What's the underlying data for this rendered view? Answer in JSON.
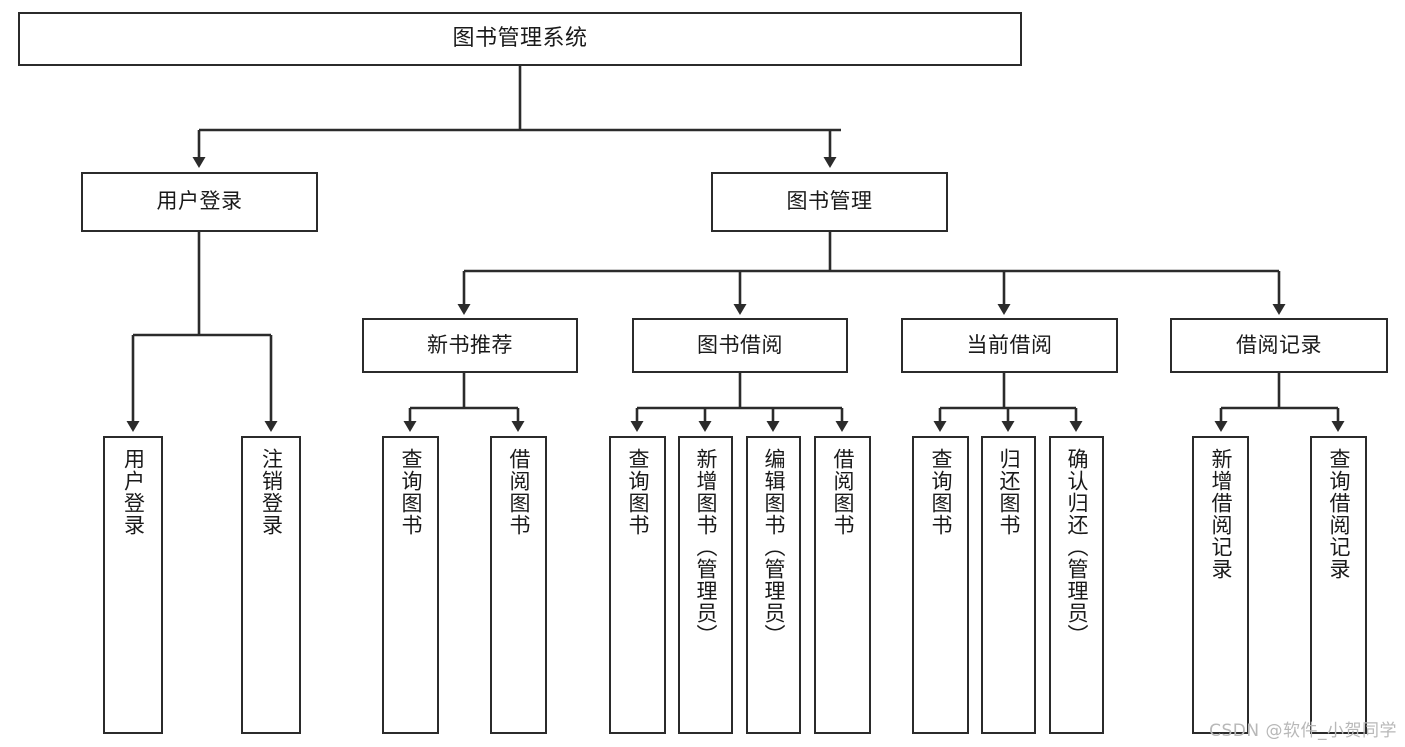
{
  "diagram": {
    "title": "图书管理系统",
    "type": "hierarchy-tree",
    "orientation": "top-down",
    "colors": {
      "background": "#ffffff",
      "node_fill": "#ffffff",
      "node_stroke": "#2b2b2b",
      "edge_stroke": "#2b2b2b",
      "text": "#1a1a1a",
      "watermark": "#b8b8b8"
    },
    "watermark": "CSDN @软件_小贺同学",
    "nodes": {
      "root": {
        "label": "图书管理系统"
      },
      "level2": [
        {
          "id": "user-login",
          "label": "用户登录"
        },
        {
          "id": "book-manage",
          "label": "图书管理"
        }
      ],
      "level3": [
        {
          "id": "new-book-recommend",
          "label": "新书推荐"
        },
        {
          "id": "book-borrow",
          "label": "图书借阅"
        },
        {
          "id": "current-borrow",
          "label": "当前借阅"
        },
        {
          "id": "borrow-record",
          "label": "借阅记录"
        }
      ],
      "leaves": {
        "user_login": [
          {
            "id": "leaf-user-login",
            "label": "用户登录"
          },
          {
            "id": "leaf-user-logout",
            "label": "注销登录"
          }
        ],
        "new_book_recommend": [
          {
            "id": "leaf-query-book-1",
            "label": "查询图书"
          },
          {
            "id": "leaf-borrow-book-1",
            "label": "借阅图书"
          }
        ],
        "book_borrow": [
          {
            "id": "leaf-query-book-2",
            "label": "查询图书"
          },
          {
            "id": "leaf-add-book",
            "label": "新增图书（管理员）"
          },
          {
            "id": "leaf-edit-book",
            "label": "编辑图书（管理员）"
          },
          {
            "id": "leaf-borrow-book-2",
            "label": "借阅图书"
          }
        ],
        "current_borrow": [
          {
            "id": "leaf-query-book-3",
            "label": "查询图书"
          },
          {
            "id": "leaf-return-book",
            "label": "归还图书"
          },
          {
            "id": "leaf-confirm-return",
            "label": "确认归还（管理员）"
          }
        ],
        "borrow_record": [
          {
            "id": "leaf-add-record",
            "label": "新增借阅记录"
          },
          {
            "id": "leaf-query-record",
            "label": "查询借阅记录"
          }
        ]
      }
    }
  }
}
